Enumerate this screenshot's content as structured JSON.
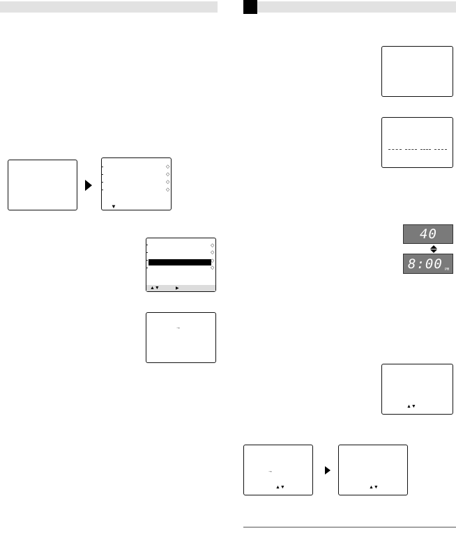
{
  "pages": {
    "left": {
      "header_text": ""
    },
    "right": {
      "header_text": ""
    }
  },
  "screens": {
    "menu_nav": {
      "up_down_symbol": "▲▼",
      "right_symbol": "▶"
    },
    "arrow_glyph": "→",
    "down_symbol": "▼",
    "up_down_symbol": "▲▼"
  },
  "display": {
    "channel_readout": "40",
    "time_readout": "8:00",
    "pm_indicator": "PM"
  }
}
